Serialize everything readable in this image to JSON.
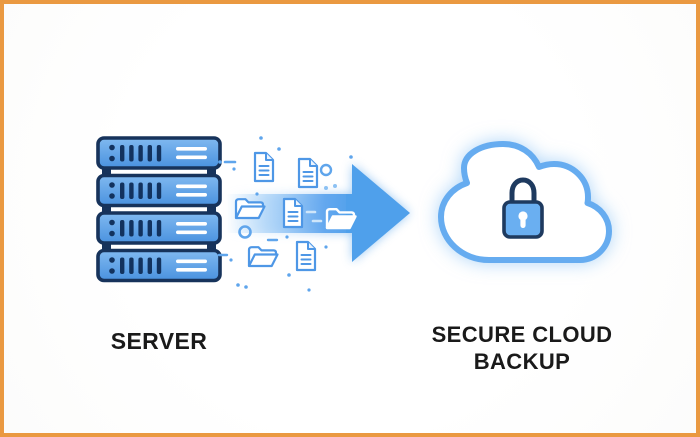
{
  "labels": {
    "source": "SERVER",
    "destination_line1": "SECURE CLOUD",
    "destination_line2": "BACKUP"
  },
  "diagram": {
    "type": "flow",
    "description_visible_elements": {
      "server_rack_units": 4,
      "flying_document_icons": 4,
      "flying_folder_icons": 3,
      "direction": "left-to-right"
    }
  },
  "icons": {
    "source": "server-rack-icon",
    "flow_items": [
      "document-icon",
      "document-icon",
      "folder-icon",
      "document-icon",
      "folder-icon",
      "folder-icon",
      "document-icon"
    ],
    "connector": "arrow-right-icon",
    "destination": "cloud-icon",
    "security": "padlock-icon"
  },
  "colors": {
    "frame_border": "#EA9941",
    "background": "#FDFDFD",
    "server_outline": "#17335B",
    "server_fill_top": "#80B9F0",
    "server_fill_bottom": "#4A92DF",
    "arrow_blue": "#4FA0EB",
    "icon_outline_blue": "#4E97E6",
    "cloud_stroke": "#66ACF0",
    "cloud_glow": "#CBE4FA",
    "lock_body": "#6AAFF1",
    "lock_outline": "#1E3A5F",
    "label_text": "#1A1A1A"
  }
}
